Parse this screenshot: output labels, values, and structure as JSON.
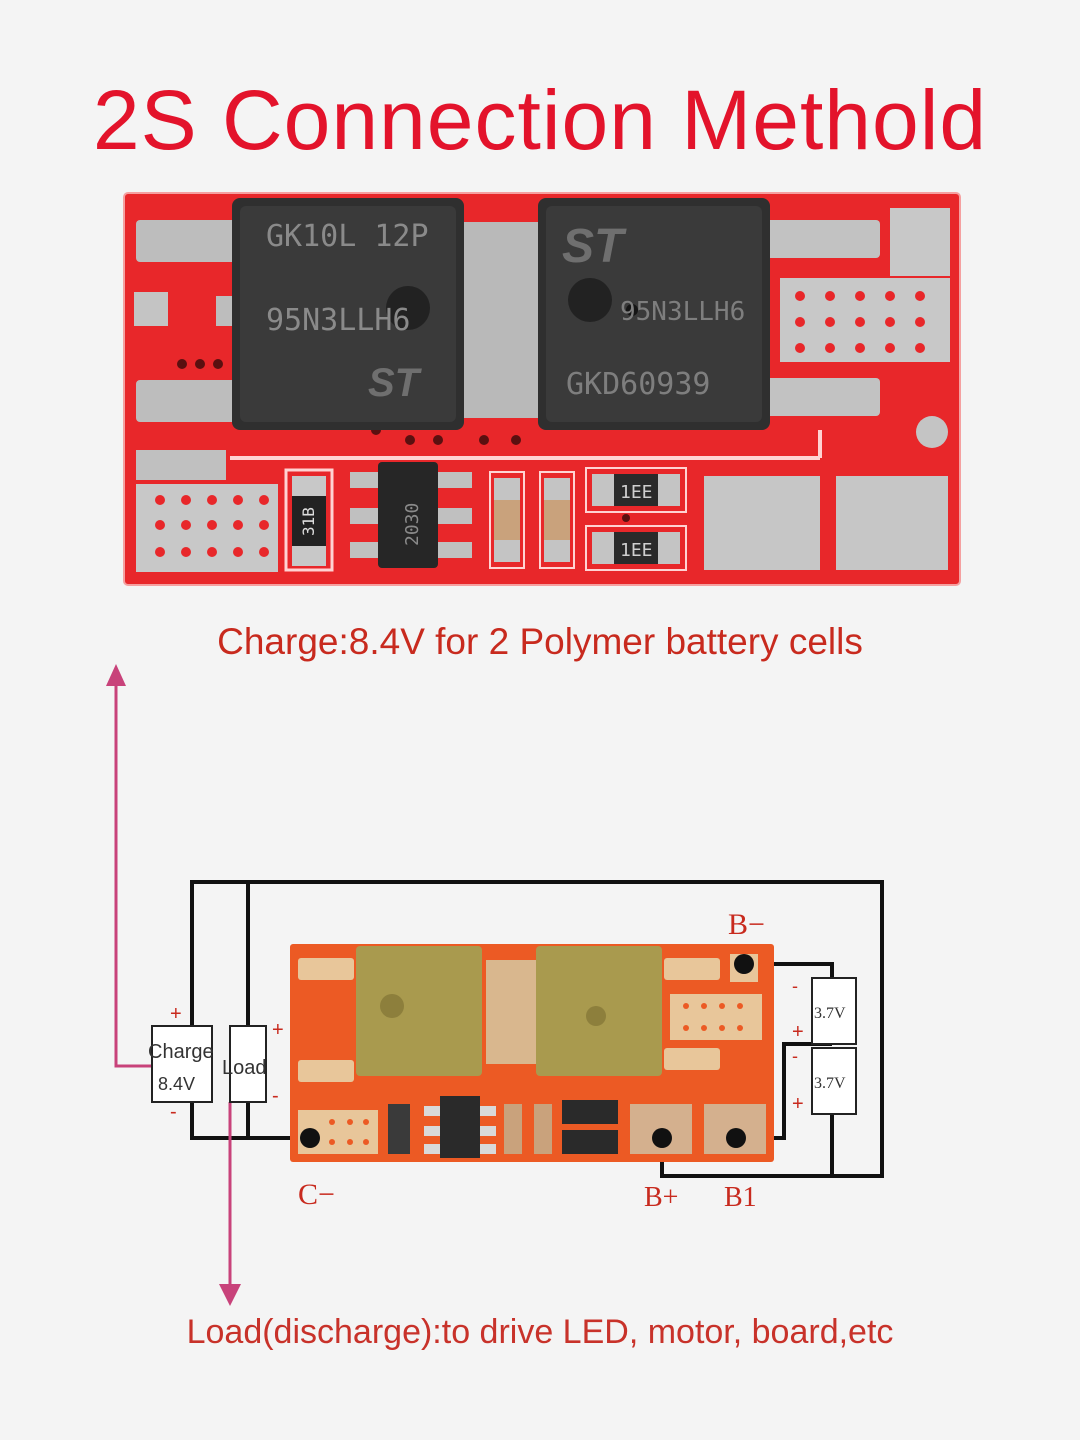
{
  "title": "2S Connection Methold",
  "captions": {
    "charge": "Charge:8.4V for 2 Polymer battery cells",
    "load": "Load(discharge):to drive LED, motor, board,etc"
  },
  "top_board": {
    "mosfet_left": {
      "line1": "GK10L 12P",
      "line2": "95N3LLH6",
      "brand": "ST"
    },
    "mosfet_right": {
      "line1": "ST",
      "line2": "95N3LLH6",
      "line3": "GKD60939"
    },
    "ic_marking": "2030",
    "resistor_marking": "31B",
    "cap_marking_a": "1EE",
    "cap_marking_b": "1EE"
  },
  "diagram": {
    "charger": {
      "label": "Charge",
      "voltage": "8.4V",
      "plus": "+",
      "minus": "-"
    },
    "load": {
      "label": "Load",
      "plus": "+",
      "minus": "-"
    },
    "terminals": {
      "b_minus": "B−",
      "b_plus": "B+",
      "b1": "B1",
      "c_minus": "C−"
    },
    "cells": [
      {
        "voltage": "3.7V",
        "plus": "+",
        "minus": "-"
      },
      {
        "voltage": "3.7V",
        "plus": "+",
        "minus": "-"
      }
    ]
  },
  "colors": {
    "title": "#e3132b",
    "pcb_top": "#e8272a",
    "pcb_bottom": "#ec5a24",
    "arrow": "#c8427a",
    "wire": "#111111"
  }
}
